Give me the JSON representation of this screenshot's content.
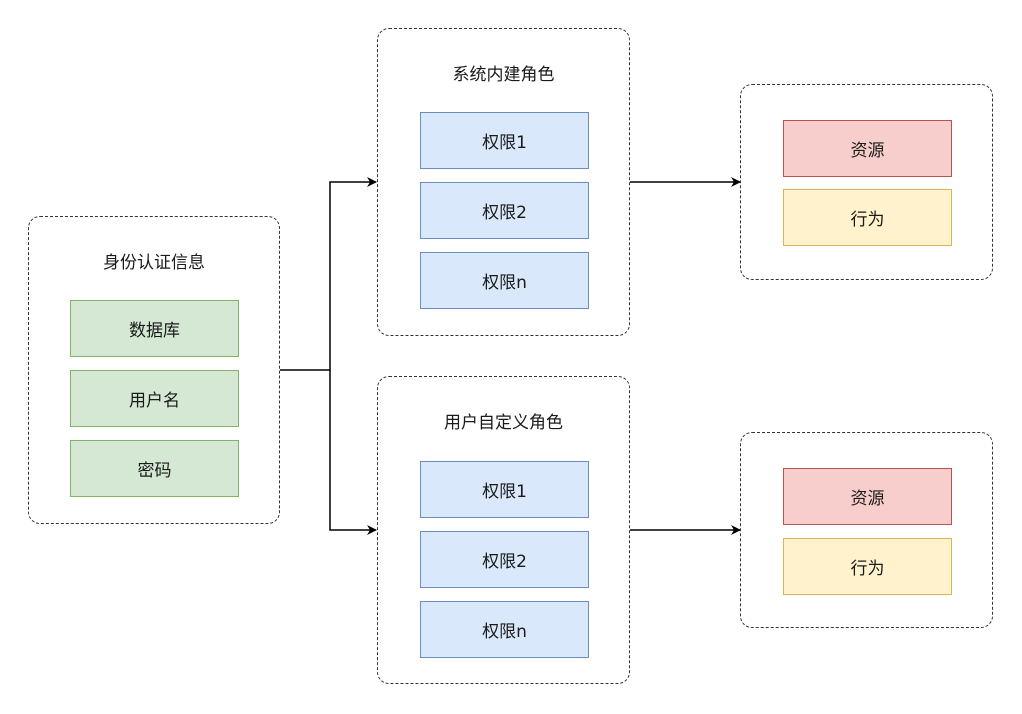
{
  "identity": {
    "title": "身份认证信息",
    "items": [
      "数据库",
      "用户名",
      "密码"
    ]
  },
  "builtin_role": {
    "title": "系统内建角色",
    "permissions": [
      "权限1",
      "权限2",
      "权限n"
    ]
  },
  "custom_role": {
    "title": "用户自定义角色",
    "permissions": [
      "权限1",
      "权限2",
      "权限n"
    ]
  },
  "builtin_targets": {
    "resource": "资源",
    "action": "行为"
  },
  "custom_targets": {
    "resource": "资源",
    "action": "行为"
  },
  "colors": {
    "identity_fill": "#d5e8d4",
    "identity_stroke": "#82b366",
    "permission_fill": "#dae8fc",
    "permission_stroke": "#6c8ebf",
    "resource_fill": "#f8cecc",
    "resource_stroke": "#b85450",
    "action_fill": "#fff2cc",
    "action_stroke": "#d6b656"
  }
}
